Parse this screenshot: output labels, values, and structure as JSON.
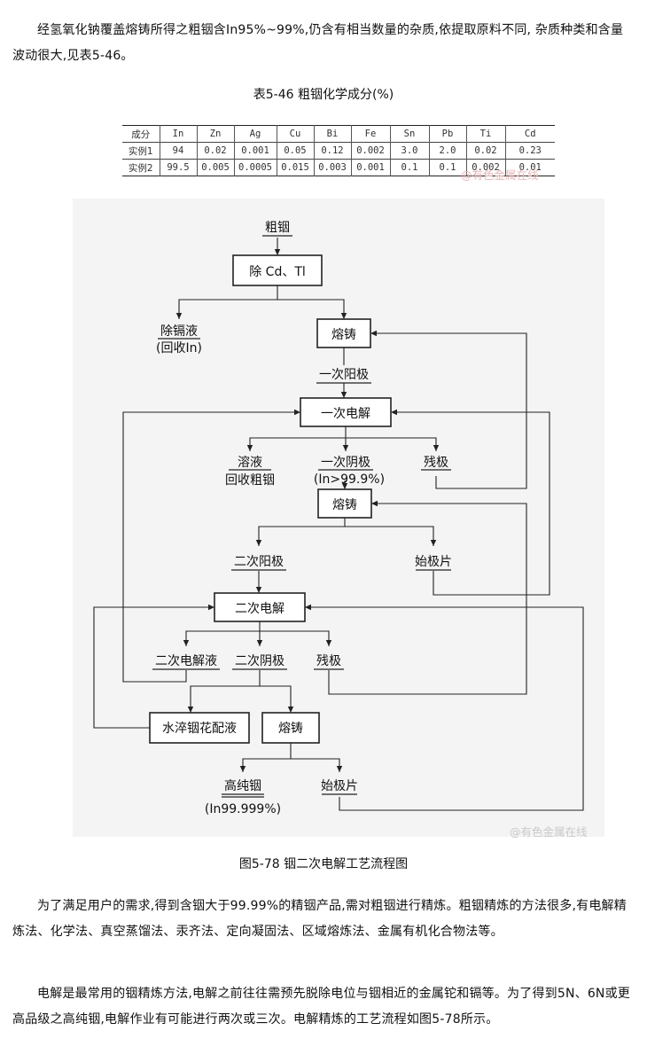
{
  "paragraphs": {
    "intro": "经氢氧化钠覆盖熔铸所得之粗铟含In95%~99%,仍含有相当数量的杂质,依提取原料不同, 杂质种类和含量波动很大,见表5-46。",
    "need": "为了满足用户的需求,得到含铟大于99.99%的精铟产品,需对粗铟进行精炼。粗铟精炼的方法很多,有电解精炼法、化学法、真空蒸馏法、汞齐法、定向凝固法、区域熔炼法、金属有机化合物法等。",
    "electrolysis": "电解是最常用的铟精炼方法,电解之前往往需预先脱除电位与铟相近的金属铊和镉等。为了得到5N、6N或更高品级之高纯铟,电解作业有可能进行两次或三次。电解精炼的工艺流程如图5-78所示。"
  },
  "table": {
    "title": "表5-46 粗铟化学成分(%)",
    "headers": [
      "成分",
      "In",
      "Zn",
      "Ag",
      "Cu",
      "Bi",
      "Fe",
      "Sn",
      "Pb",
      "Ti",
      "Cd"
    ],
    "rows": [
      [
        "实例1",
        "94",
        "0.02",
        "0.001",
        "0.05",
        "0.12",
        "0.002",
        "3.0",
        "2.0",
        "0.02",
        "0.23"
      ],
      [
        "实例2",
        "99.5",
        "0.005",
        "0.0005",
        "0.015",
        "0.003",
        "0.001",
        "0.1",
        "0.1",
        "0.002",
        "0.01"
      ]
    ]
  },
  "figure": {
    "caption": "图5-78 铟二次电解工艺流程图",
    "nodes": {
      "crude_in": "粗铟",
      "remove_cd_tl": "除 Cd、Tl",
      "cd_liquor": "除镉液",
      "recover_in": "(回收In)",
      "casting1": "熔铸",
      "primary_anode": "一次阳极",
      "primary_electrolysis": "一次电解",
      "solution": "溶液",
      "recover_crude": "回收粗铟",
      "primary_cathode": "一次阴极",
      "primary_purity": "(In>99.9%)",
      "residual1": "残极",
      "casting2": "熔铸",
      "secondary_anode": "二次阳极",
      "starter_sheet1": "始极片",
      "secondary_electrolysis": "二次电解",
      "secondary_electrolyte": "二次电解液",
      "secondary_cathode": "二次阴极",
      "residual2": "残极",
      "water_quench": "水淬铟花配液",
      "casting3": "熔铸",
      "high_purity_in": "高纯铟",
      "high_purity_grade": "(In99.999%)",
      "starter_sheet2": "始极片"
    }
  },
  "watermarks": {
    "table": "@有色金属在线",
    "figure": "@有色金属在线"
  }
}
